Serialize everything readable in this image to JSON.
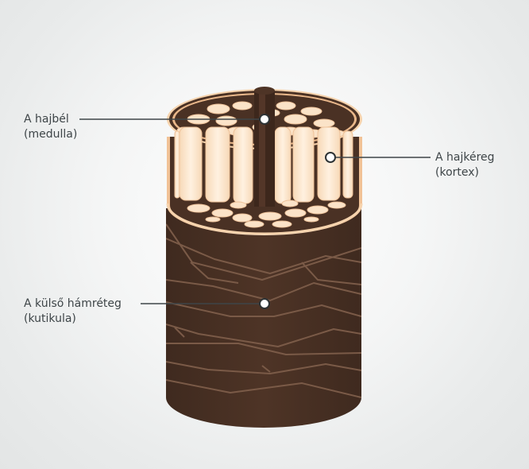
{
  "labels": {
    "medulla": {
      "title": "A hajbél",
      "subtitle": "(medulla)"
    },
    "cortex": {
      "title": "A hajkéreg",
      "subtitle": "(kortex)"
    },
    "cuticle": {
      "title": "A külső hámréteg",
      "subtitle": "(kutikula)"
    }
  },
  "colors": {
    "shaft": "#4a3124",
    "shaft_dark": "#3d271c",
    "scale_line": "#7a5a47",
    "cortex_cell": "#fbe3c8",
    "cortex_cell_edge": "#f0c89f",
    "rim": "#f6d3ad",
    "leader": "#3e4548"
  },
  "icons": {
    "pointer": "marker-dot-icon"
  }
}
